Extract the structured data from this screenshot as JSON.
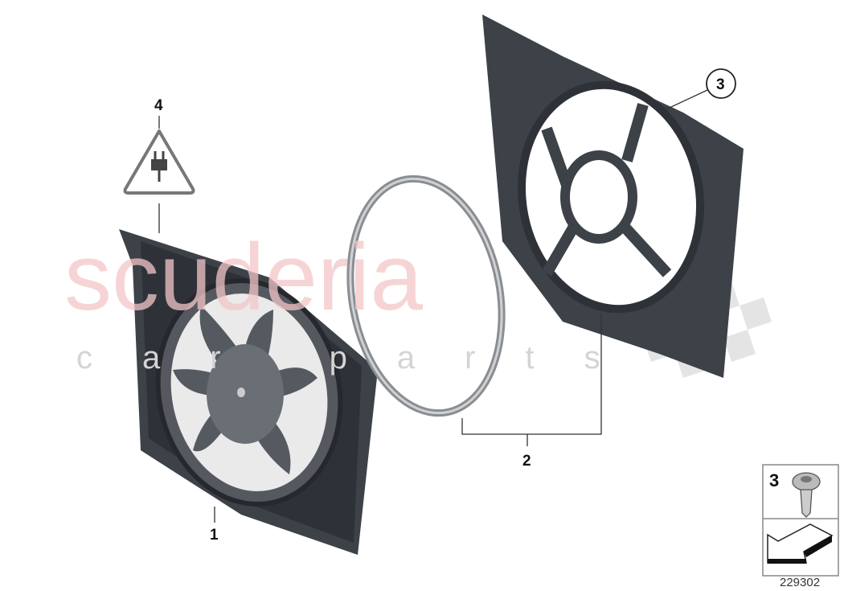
{
  "diagram_number": "229302",
  "callouts": [
    {
      "label": "1",
      "part": "fan-shroud-with-fan"
    },
    {
      "label": "2",
      "part": "fan-shroud-and-ring"
    },
    {
      "label": "3",
      "part": "screw"
    },
    {
      "label": "4",
      "part": "electrical-connector-warning"
    }
  ],
  "legend_box": {
    "label": "3",
    "icon": "screw-icon",
    "arrow_icon": "arrow-down-left-icon"
  },
  "watermark": {
    "line1": "scuderia",
    "line2": "car parts",
    "color": "#f3c6c8"
  }
}
